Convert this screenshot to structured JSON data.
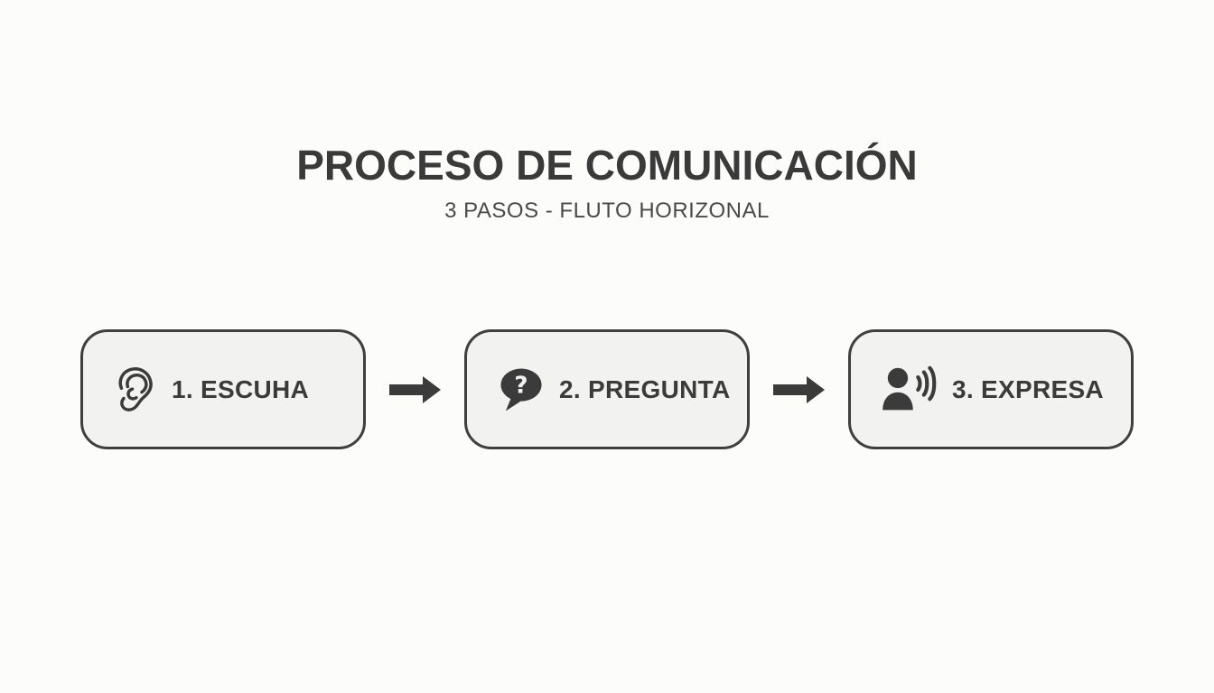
{
  "header": {
    "title": "PROCESO DE COMUNICACIÓN",
    "subtitle": "3 PASOS - FLUTO HORIZONAL"
  },
  "flow": {
    "steps": [
      {
        "label": "1. ESCUHA",
        "icon": "ear-icon"
      },
      {
        "label": "2. PREGUNTA",
        "icon": "question-bubble-icon",
        "icon_glyph": "?"
      },
      {
        "label": "3. EXPRESA",
        "icon": "speaking-person-icon"
      }
    ],
    "connector_icon": "arrow-right-icon"
  },
  "colors": {
    "background": "#fcfcfb",
    "box_fill": "#f2f2f1",
    "box_border": "#3f3f3f",
    "text_dark": "#3b3b3b",
    "subtitle_text": "#4a4a4a",
    "arrow": "#3f3f3f",
    "icon": "#3b3b3b",
    "question_mark_on_bubble": "#f2f2f1"
  }
}
